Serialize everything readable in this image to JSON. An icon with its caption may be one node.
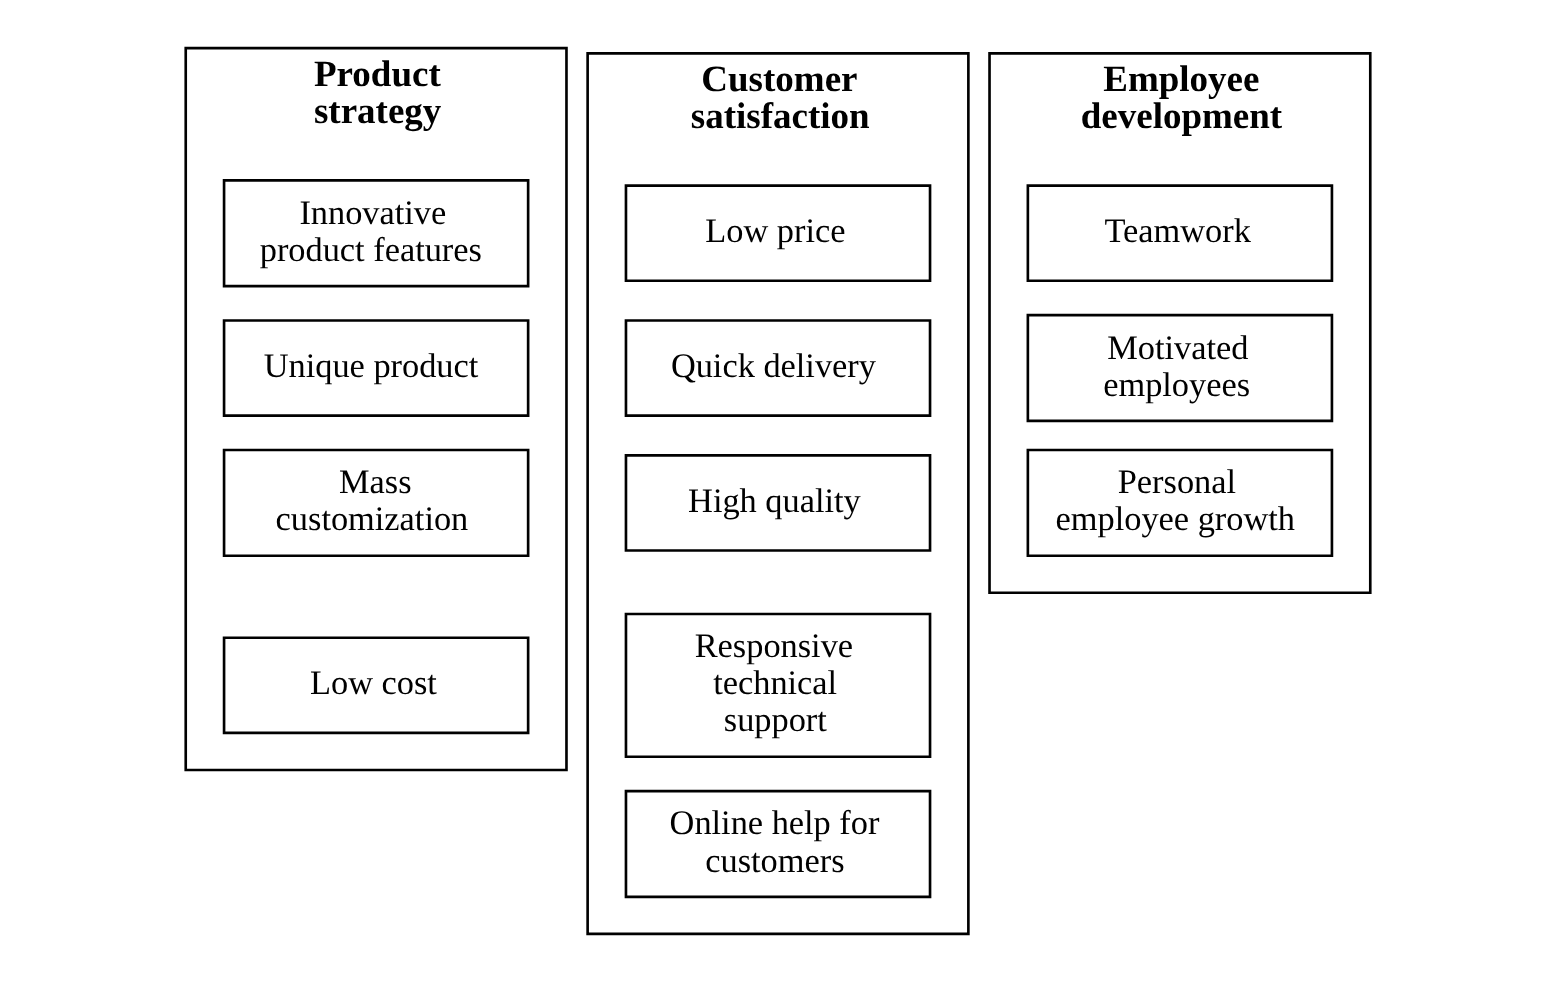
{
  "diagram": {
    "nodes": [
      {
        "text": [
          "Product strategy"
        ]
      },
      {
        "text": [
          "Innovative product features"
        ],
        "in": 0
      },
      {
        "text": [
          "Unique product"
        ],
        "in": 0
      },
      {
        "text": [
          "Mass customization"
        ],
        "in": 0
      },
      {
        "text": [
          "Low cost"
        ],
        "in": 0
      },
      {
        "text": [
          "Customer satisfaction"
        ]
      },
      {
        "text": [
          "Low price"
        ],
        "in": 5
      },
      {
        "text": [
          "Quick delivery"
        ],
        "in": 5
      },
      {
        "text": [
          "High quality"
        ],
        "in": 5
      },
      {
        "text": [
          "Responsive technical support"
        ],
        "in": 5
      },
      {
        "text": [
          "Online help for customers"
        ],
        "in": 5
      },
      {
        "text": [
          "Employee development"
        ]
      },
      {
        "text": [
          "Teamwork"
        ],
        "in": 11
      },
      {
        "text": [
          "Motivated employees"
        ],
        "in": 11
      },
      {
        "text": [
          "Personal employee growth"
        ],
        "in": 11
      }
    ],
    "edges": []
  }
}
